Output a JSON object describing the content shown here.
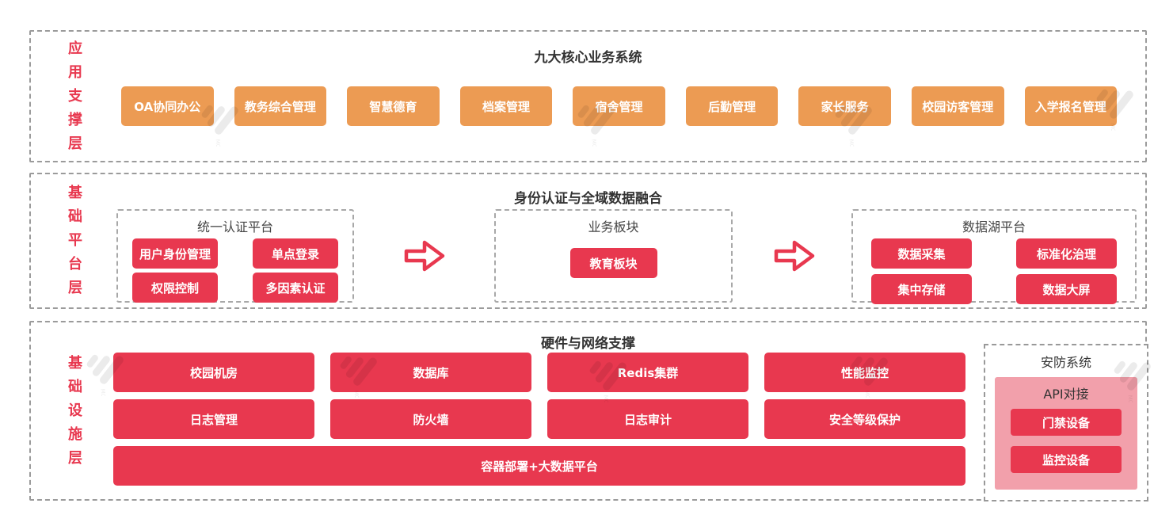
{
  "colors": {
    "accent_red": "#E8384F",
    "accent_orange": "#EC9B53",
    "pink_panel": "#F2A0AB",
    "dash_border": "#999999",
    "title_text": "#333333"
  },
  "watermark": {
    "text": "MODAO.CC"
  },
  "layers": {
    "app": {
      "label": "应用支撑层",
      "title": "九大核心业务系统",
      "items": [
        "OA协同办公",
        "教务综合管理",
        "智慧德育",
        "档案管理",
        "宿舍管理",
        "后勤管理",
        "家长服务",
        "校园访客管理",
        "入学报名管理"
      ]
    },
    "platform": {
      "label": "基础平台层",
      "title": "身份认证与全域数据融合",
      "auth_group": {
        "title": "统一认证平台",
        "items": [
          "用户身份管理",
          "单点登录",
          "权限控制",
          "多因素认证"
        ]
      },
      "business_group": {
        "title": "业务板块",
        "items": [
          "教育板块"
        ]
      },
      "datalake_group": {
        "title": "数据湖平台",
        "items": [
          "数据采集",
          "标准化治理",
          "集中存储",
          "数据大屏"
        ]
      }
    },
    "infra": {
      "label": "基础设施层",
      "title": "硬件与网络支撑",
      "grid": [
        [
          "校园机房",
          "数据库",
          "Redis集群",
          "性能监控"
        ],
        [
          "日志管理",
          "防火墙",
          "日志审计",
          "安全等级保护"
        ]
      ],
      "wide_item": "容器部署+大数据平台",
      "security": {
        "title": "安防系统",
        "subtitle": "API对接",
        "items": [
          "门禁设备",
          "监控设备"
        ]
      }
    }
  }
}
